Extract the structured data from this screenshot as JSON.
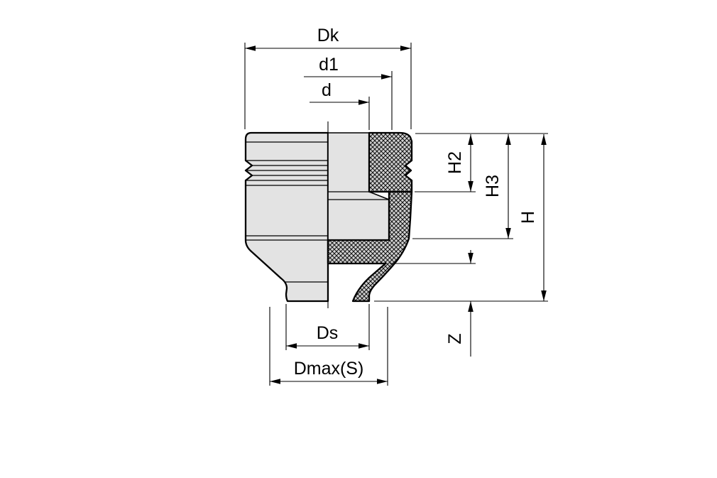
{
  "drawing": {
    "labels": {
      "dk": "Dk",
      "d1": "d1",
      "d": "d",
      "h2": "H2",
      "h3": "H3",
      "h": "H",
      "z": "Z",
      "ds": "Ds",
      "dmax_s": "Dmax(S)"
    },
    "colors": {
      "background": "#ffffff",
      "line": "#000000",
      "body_fill": "#e3e3e3",
      "hatch_base": "#d2d2d2",
      "hatch_line": "#111111"
    }
  }
}
